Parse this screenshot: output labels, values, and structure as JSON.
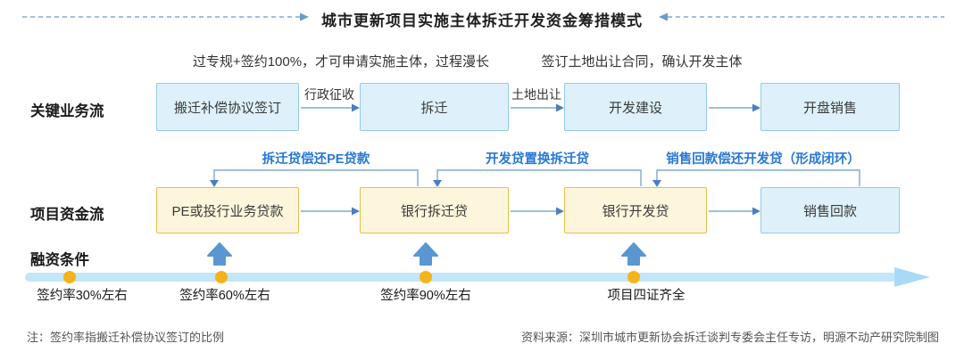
{
  "title": "城市更新项目实施主体拆迁开发资金筹措模式",
  "stage_annotations": {
    "left": "过专规+签约100%，才可申请实施主体，过程漫长",
    "right": "签订土地出让合同，确认开发主体"
  },
  "lanes": {
    "business": {
      "label": "关键业务流",
      "boxes": [
        "搬迁补偿协议签订",
        "拆迁",
        "开发建设",
        "开盘销售"
      ],
      "arrow_labels": [
        "行政征收",
        "土地出让"
      ]
    },
    "funding": {
      "label": "项目资金流",
      "boxes": [
        "PE或投行业务贷款",
        "银行拆迁贷",
        "银行开发贷",
        "销售回款"
      ],
      "feedback_labels": [
        "拆迁贷偿还PE贷款",
        "开发贷置换拆迁贷",
        "销售回款偿还开发贷（形成闭环）"
      ]
    },
    "conditions": {
      "label": "融资条件",
      "milestones": [
        "签约率30%左右",
        "签约率60%左右",
        "签约率90%左右",
        "项目四证齐全"
      ]
    }
  },
  "footnote": "注：签约率指搬迁补偿协议签订的比例",
  "source": "资料来源：深圳市城市更新协会拆迁谈判专委会主任专访，明源不动产研究院制图",
  "colors": {
    "box_blue_fill": "#DEF1FA",
    "box_blue_border": "#93CBE8",
    "box_yellow_fill": "#FDF6DC",
    "box_yellow_border": "#E3BF4B",
    "connector_blue": "#7FA9D2",
    "arrowhead_blue": "#4A7FC0",
    "accent_text_blue": "#2878D5",
    "timeline_blue": "#C3E6F8",
    "up_arrow_blue": "#5A96D2",
    "dot_yellow": "#F3B31B"
  }
}
